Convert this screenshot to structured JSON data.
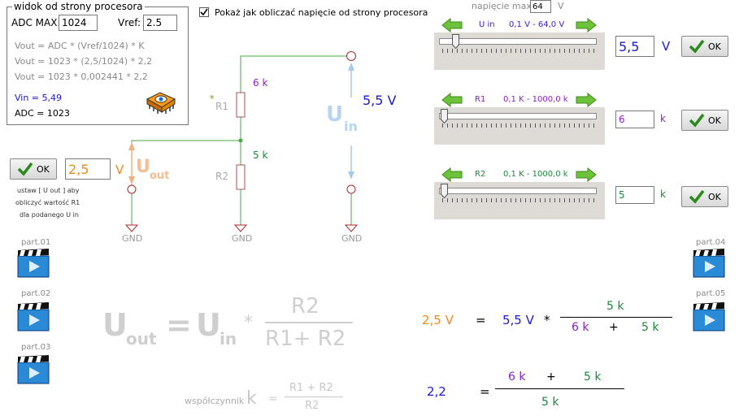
{
  "cpu_view": {
    "title": "widok od strony procesora",
    "adc_max_label": "ADC MAX:",
    "adc_max_value": "1024",
    "vref_label": "Vref:",
    "vref_value": "2.5",
    "formula1": "Vout = ADC * (Vref/1024) * K",
    "formula2": "Vout = 1023 * (2,5/1024) * 2,2",
    "formula3": "Vout = 1023 * 0,002441 * 2,2",
    "vin": "Vin = 5,49",
    "adc": "ADC = 1023"
  },
  "checkbox": {
    "label": "Pokaż jak obliczać napięcie od strony procesora",
    "checked": true
  },
  "max_voltage": {
    "label": "napięcie max",
    "value": "64",
    "unit": "V"
  },
  "sliders": [
    {
      "name": "U in",
      "range": "0,1 V - 64,0 V",
      "value": "5,5",
      "unit": "V",
      "ok": "OK",
      "value_color": "#1a1ad6",
      "fraction": 0.08
    },
    {
      "name": "R1",
      "range": "0,1 K - 1000,0 k",
      "value": "6",
      "unit": "k",
      "ok": "OK",
      "value_color": "#8a1fc9",
      "fraction": 0.0
    },
    {
      "name": "R2",
      "range": "0,1 K - 1000,0 k",
      "value": "5",
      "unit": "k",
      "ok": "OK",
      "value_color": "#1a8a3a",
      "fraction": 0.0
    }
  ],
  "uout_control": {
    "ok": "OK",
    "value": "2,5",
    "unit": "V",
    "hint1": "ustaw [ U out ] aby",
    "hint2": "obliczyć wartość R1",
    "hint3": "dla podanego U in"
  },
  "circuit": {
    "r1_value": "6 k",
    "r1_label": "R1",
    "r1_star": "*",
    "r2_value": "5 k",
    "r2_label": "R2",
    "uin_value": "5,5 V",
    "uin_main": "U",
    "uin_sub": "in",
    "uout_main": "U",
    "uout_sub": "out",
    "gnd": "GND"
  },
  "parts": [
    "part.01",
    "part.02",
    "part.03",
    "part.04",
    "part.05"
  ],
  "formula": {
    "u1": "U",
    "sub1": "out",
    "eq": "=",
    "u2": "U",
    "sub2": "in",
    "mul": "*",
    "num": "R2",
    "den": "R1+ R2",
    "k_label": "współczynnik",
    "k": "k",
    "k_eq": "=",
    "k_num": "R1 + R2",
    "k_den": "R2"
  },
  "calc1": {
    "lhs": "2,5 V",
    "eq": "=",
    "uin": "5,5 V",
    "mul": "*",
    "num": "5 k",
    "den_a": "6 k",
    "plus": "+",
    "den_b": "5 k"
  },
  "calc2": {
    "lhs": "2,2",
    "eq": "=",
    "num_a": "6 k",
    "plus": "+",
    "num_b": "5 k",
    "den": "5 k"
  }
}
